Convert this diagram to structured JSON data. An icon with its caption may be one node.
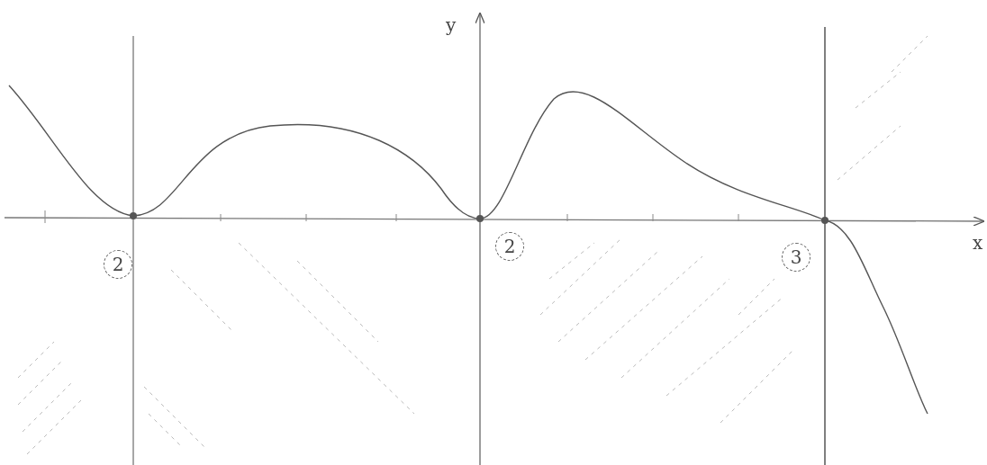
{
  "diagram": {
    "labels": [
      "y",
      "2",
      "2",
      "3",
      "x"
    ]
  }
}
